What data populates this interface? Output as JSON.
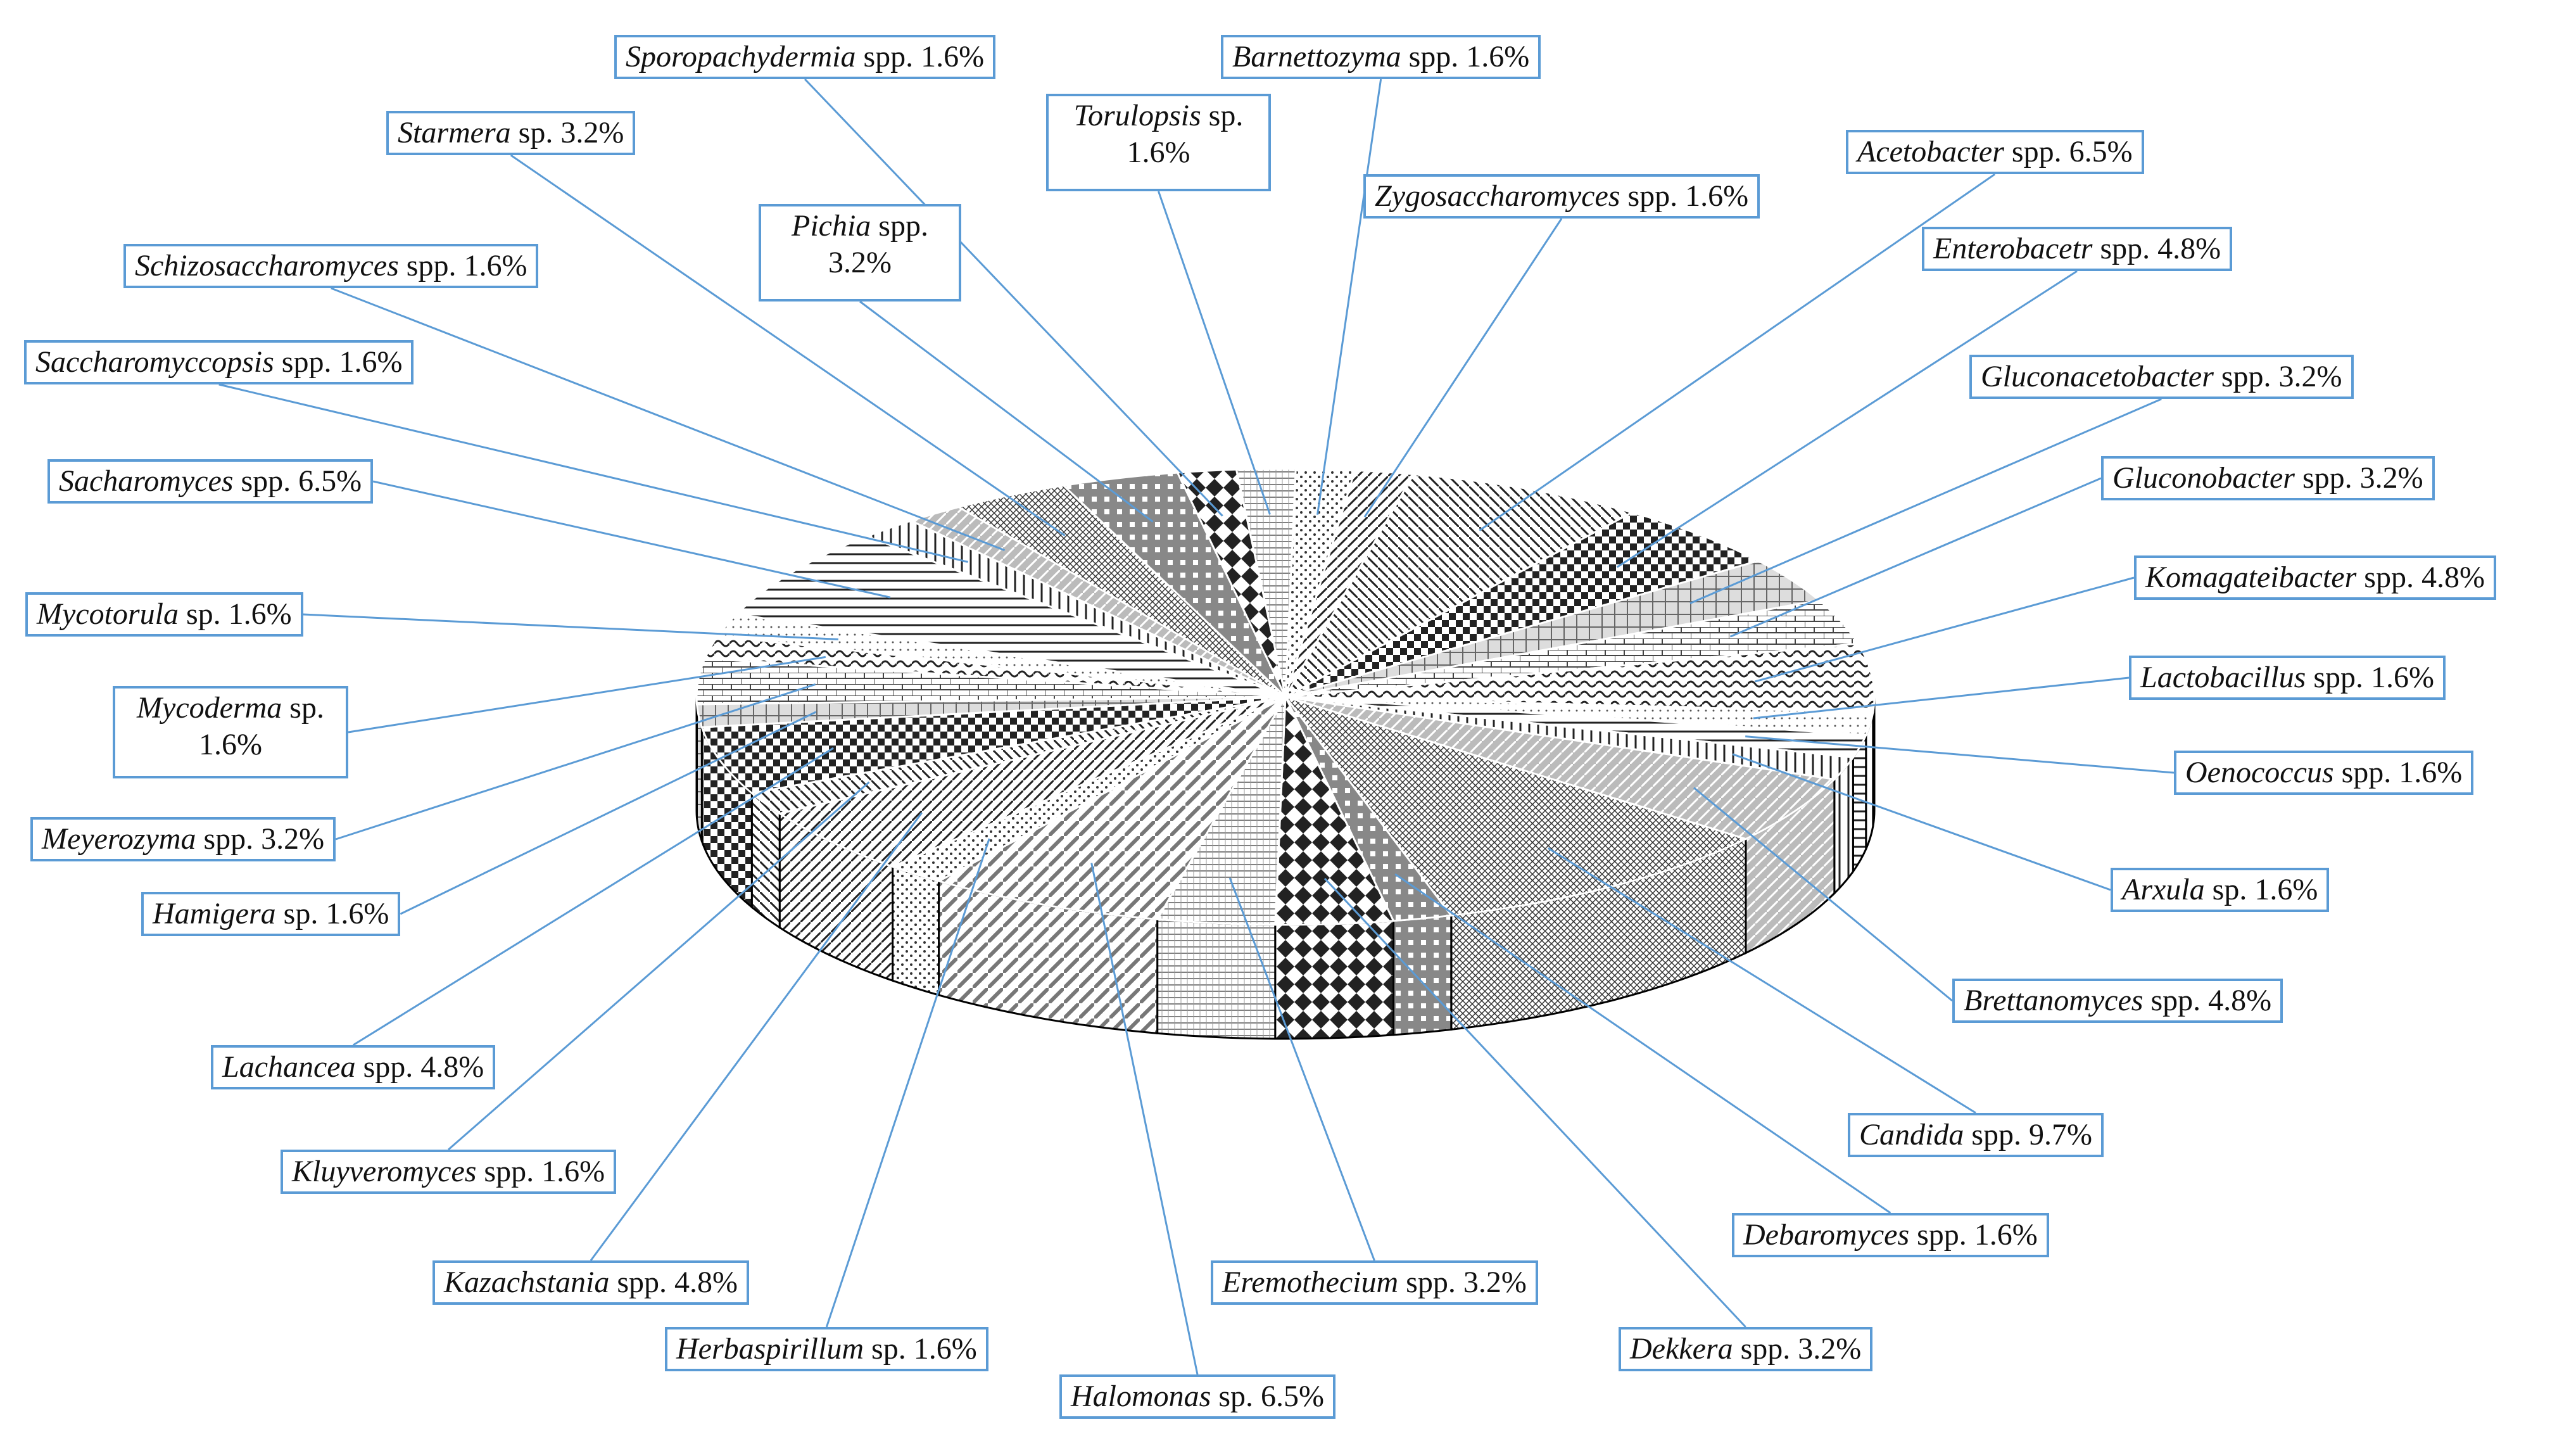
{
  "chart_data": {
    "type": "pie",
    "title": "",
    "colors": {
      "leader": "#5b9bd5",
      "edge": "#000000"
    },
    "slices": [
      {
        "genus": "Barnettozyma",
        "rest": "spp. 1.6%",
        "value": 1.6
      },
      {
        "genus": "Zygosaccharomyces",
        "rest": "spp. 1.6%",
        "value": 1.6
      },
      {
        "genus": "Acetobacter",
        "rest": "spp. 6.5%",
        "value": 6.5
      },
      {
        "genus": "Enterobacetr",
        "rest": "spp. 4.8%",
        "value": 4.8
      },
      {
        "genus": "Gluconacetobacter",
        "rest": "spp. 3.2%",
        "value": 3.2
      },
      {
        "genus": "Gluconobacter",
        "rest": "spp. 3.2%",
        "value": 3.2
      },
      {
        "genus": "Komagateibacter",
        "rest": "spp. 4.8%",
        "value": 4.8
      },
      {
        "genus": "Lactobacillus",
        "rest": "spp. 1.6%",
        "value": 1.6
      },
      {
        "genus": "Oenococcus",
        "rest": "spp. 1.6%",
        "value": 1.6
      },
      {
        "genus": "Arxula",
        "rest": "sp. 1.6%",
        "value": 1.6
      },
      {
        "genus": "Brettanomyces",
        "rest": "spp. 4.8%",
        "value": 4.8
      },
      {
        "genus": "Candida",
        "rest": "spp. 9.7%",
        "value": 9.7
      },
      {
        "genus": "Debaromyces",
        "rest": "spp. 1.6%",
        "value": 1.6
      },
      {
        "genus": "Dekkera",
        "rest": "spp. 3.2%",
        "value": 3.2
      },
      {
        "genus": "Eremothecium",
        "rest": "spp. 3.2%",
        "value": 3.2
      },
      {
        "genus": "Halomonas",
        "rest": "sp. 6.5%",
        "value": 6.5
      },
      {
        "genus": "Herbaspirillum",
        "rest": "sp. 1.6%",
        "value": 1.6
      },
      {
        "genus": "Kazachstania",
        "rest": "spp. 4.8%",
        "value": 4.8
      },
      {
        "genus": "Kluyveromyces",
        "rest": "spp. 1.6%",
        "value": 1.6
      },
      {
        "genus": "Lachancea",
        "rest": "spp. 4.8%",
        "value": 4.8
      },
      {
        "genus": "Hamigera",
        "rest": "sp. 1.6%",
        "value": 1.6
      },
      {
        "genus": "Meyerozyma",
        "rest": "spp. 3.2%",
        "value": 3.2
      },
      {
        "genus": "Mycoderma",
        "rest": "sp. 1.6%",
        "value": 1.6
      },
      {
        "genus": "Mycotorula",
        "rest": "sp. 1.6%",
        "value": 1.6
      },
      {
        "genus": "Sacharomyces",
        "rest": "spp. 6.5%",
        "value": 6.5
      },
      {
        "genus": "Saccharomyccopsis",
        "rest": "spp. 1.6%",
        "value": 1.6
      },
      {
        "genus": "Schizosaccharomyces",
        "rest": "spp. 1.6%",
        "value": 1.6
      },
      {
        "genus": "Starmera",
        "rest": "sp. 3.2%",
        "value": 3.2
      },
      {
        "genus": "Pichia",
        "rest": "spp. 3.2%",
        "value": 3.2
      },
      {
        "genus": "Sporopachydermia",
        "rest": "spp. 1.6%",
        "value": 1.6
      },
      {
        "genus": "Torulopsis",
        "rest": "sp. 1.6%",
        "value": 1.6
      }
    ]
  }
}
